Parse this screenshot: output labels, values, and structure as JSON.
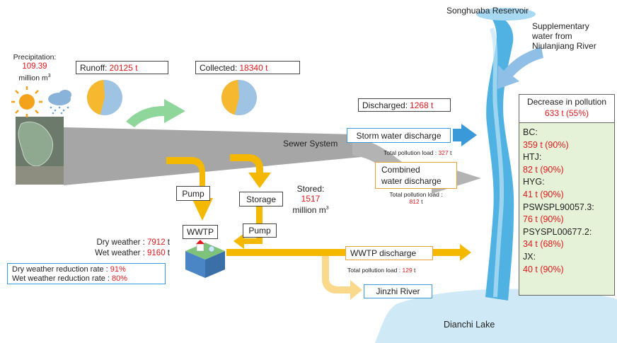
{
  "precipitation": {
    "label": "Precipitation:",
    "value": "109.39",
    "unit_text": "million m",
    "unit_sup": "3"
  },
  "runoff": {
    "label": "Runoff: ",
    "value": "20125 t"
  },
  "collected": {
    "label": "Collected: ",
    "value": "18340 t"
  },
  "discharged": {
    "label": "Discharged: ",
    "value": "1268 t"
  },
  "sewer_label": "Sewer System",
  "pump_label": "Pump",
  "storage_label": "Storage",
  "stored": {
    "label": "Stored:",
    "value": "1517",
    "unit_text": "million m",
    "unit_sup": "3"
  },
  "wwtp_label": "WWTP",
  "weather": {
    "dry_label": "Dry weather : ",
    "dry_value": "7912",
    "dry_unit": " t",
    "wet_label": "Wet weather : ",
    "wet_value": "9160",
    "wet_unit": " t"
  },
  "reduction": {
    "dry_label": "Dry weather reduction rate : ",
    "dry_value": "91%",
    "wet_label": "Wet weather reduction rate : ",
    "wet_value": "80%"
  },
  "storm": {
    "label": "Storm water discharge",
    "load_label": "Total pollution load : ",
    "load_value": "327",
    "load_unit": " t"
  },
  "combined": {
    "label_line1": "Combined",
    "label_line2": "water discharge",
    "load_label": "Total pollution load :",
    "load_value": "812",
    "load_unit": " t"
  },
  "wwtp_discharge": {
    "label": "WWTP discharge",
    "load_label": "Total pollution load : ",
    "load_value": "129",
    "load_unit": " t"
  },
  "jinzhi": "Jinzhi River",
  "reservoir": "Songhuaba Reservoir",
  "supplementary": {
    "line1": "Supplementary",
    "line2": "water from",
    "line3": "Niulanjiang  River"
  },
  "lake": "Dianchi Lake",
  "pollution": {
    "title": "Decrease in pollution",
    "total": "633 t  (55%)",
    "items": [
      {
        "name": "BC:",
        "value": "359 t  (90%)"
      },
      {
        "name": "HTJ:",
        "value": "82 t  (90%)"
      },
      {
        "name": "HYG:",
        "value": "41 t  (90%)"
      },
      {
        "name": "PSWSPL90057.3:",
        "value": "76 t  (90%)"
      },
      {
        "name": "PSYSPL00677.2:",
        "value": "34 t  (68%)"
      },
      {
        "name": "JX:",
        "value": "40 t  (90%)"
      }
    ]
  },
  "pies": [
    {
      "label": "runoff",
      "fraction": 0.45
    },
    {
      "label": "collected",
      "fraction": 0.45
    }
  ],
  "colors": {
    "gray_flow": "#a6a6a6",
    "yellow_flow": "#f5b800",
    "light_yellow": "#fbd98c",
    "blue": "#3a9ad9",
    "green": "#7fcf8f",
    "red": "#e0191c",
    "pie_yellow": "#f5b82e",
    "pie_blue": "#9fc3e3",
    "river": "#4fb2e2"
  }
}
